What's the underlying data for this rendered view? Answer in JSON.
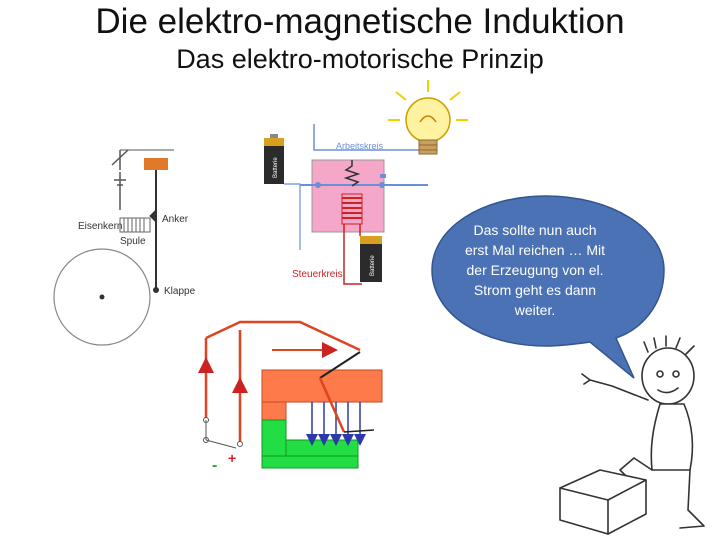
{
  "title": "Die elektro-magnetische Induktion",
  "subtitle": "Das elektro-motorische Prinzip",
  "labels": {
    "arbeitskreis": "Arbeitskreis",
    "eisenkern": "Eisenkern",
    "spule": "Spule",
    "anker": "Anker",
    "klappe": "Klappe",
    "steuerkreis": "Steuerkreis",
    "battery_top": "Batterie",
    "battery_bottom": "Batterie",
    "minus": "-",
    "plus": "+",
    "minus_small": "-"
  },
  "speech_bubble": {
    "text": "Das sollte nun auch erst Mal reichen … Mit der Erzeugung von el. Strom geht es dann weiter."
  },
  "colors": {
    "relay_box": "#f4a7c8",
    "circuit_blue": "#6b8fd6",
    "circuit_red": "#cc2222",
    "bubble": "#4a72b5",
    "magnet_orange": "#ff7a4a",
    "magnet_green": "#22dd44",
    "field_lines": "#2b3aa8"
  }
}
